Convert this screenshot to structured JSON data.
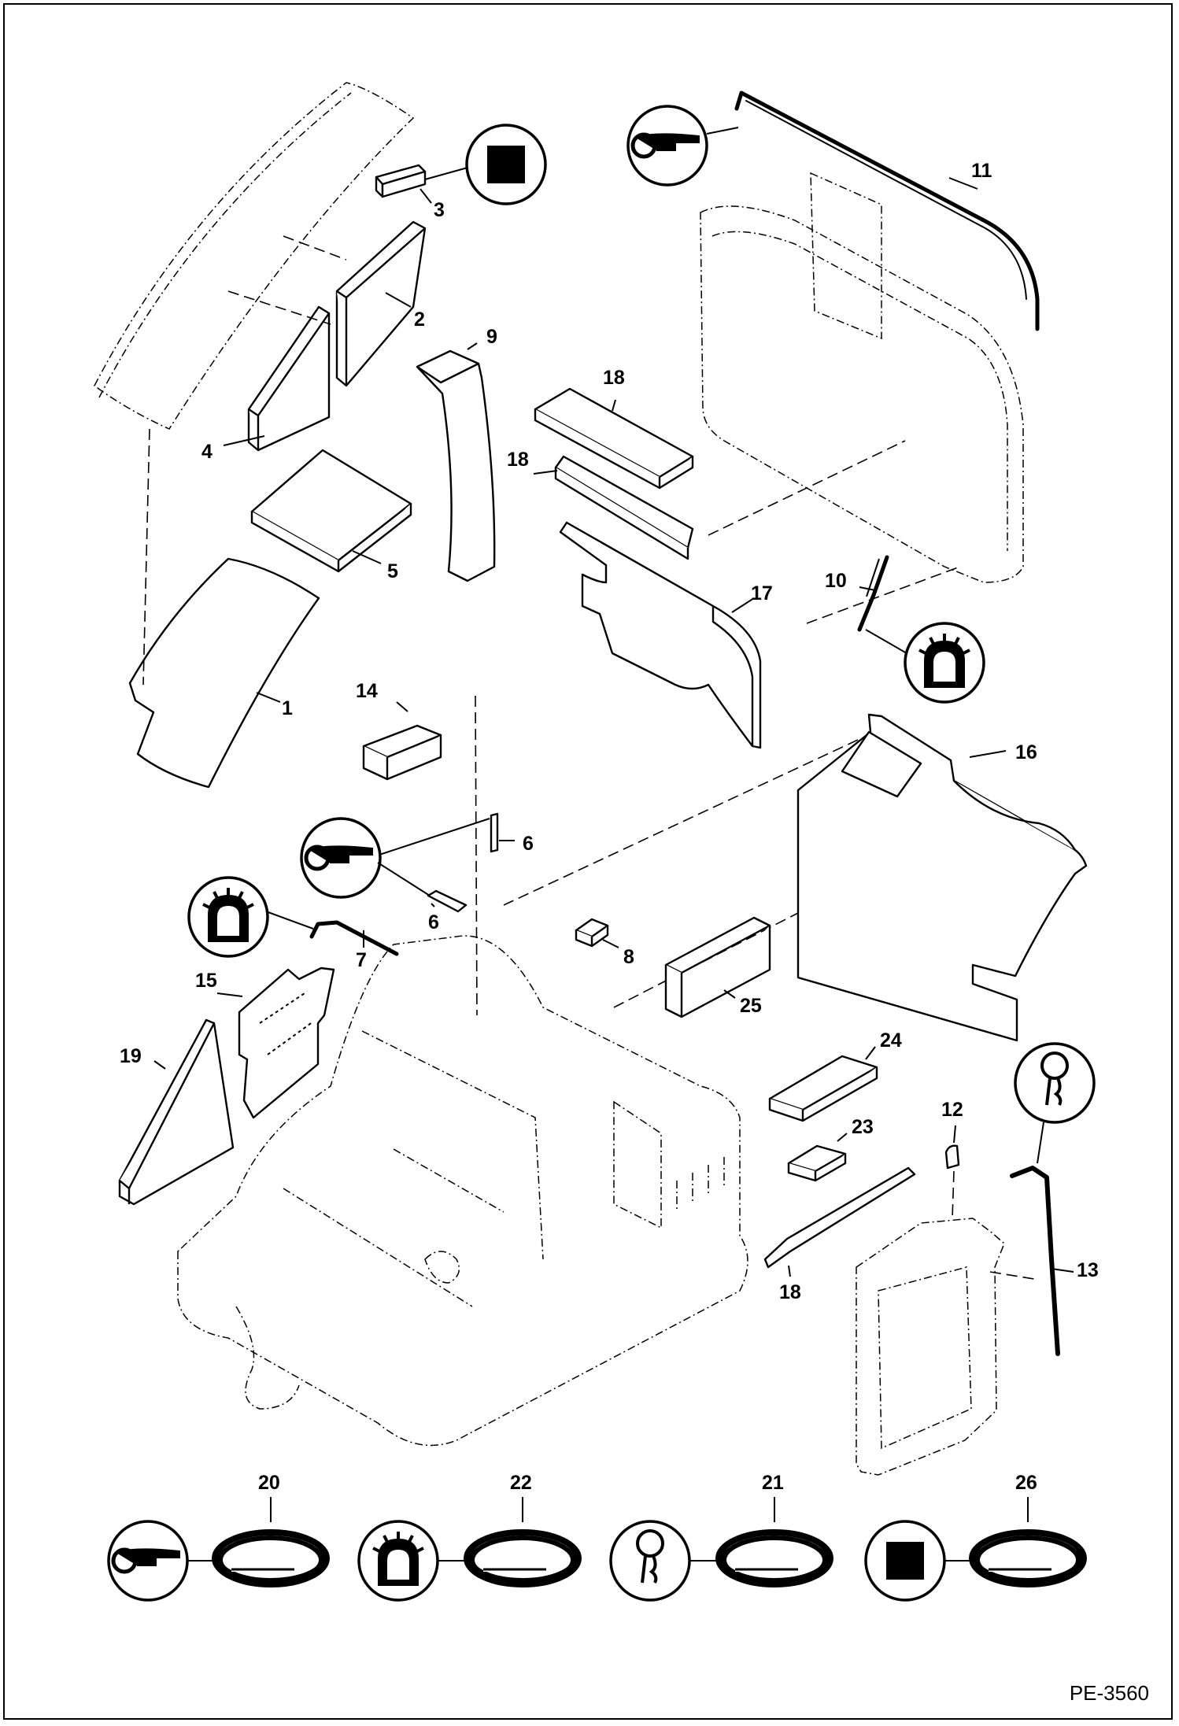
{
  "diagram": {
    "page_reference": "PE-3560",
    "callouts": [
      "1",
      "2",
      "3",
      "4",
      "5",
      "6",
      "6",
      "7",
      "8",
      "9",
      "10",
      "11",
      "12",
      "13",
      "14",
      "15",
      "16",
      "17",
      "18",
      "18",
      "18",
      "19",
      "20",
      "21",
      "22",
      "23",
      "24",
      "25",
      "26"
    ],
    "symbols": {
      "tape_roll": "tape-roll-symbol",
      "edge_trim": "edge-trim-symbol",
      "square_foam": "square-foam-symbol",
      "clip_seal": "clip-seal-symbol"
    }
  }
}
